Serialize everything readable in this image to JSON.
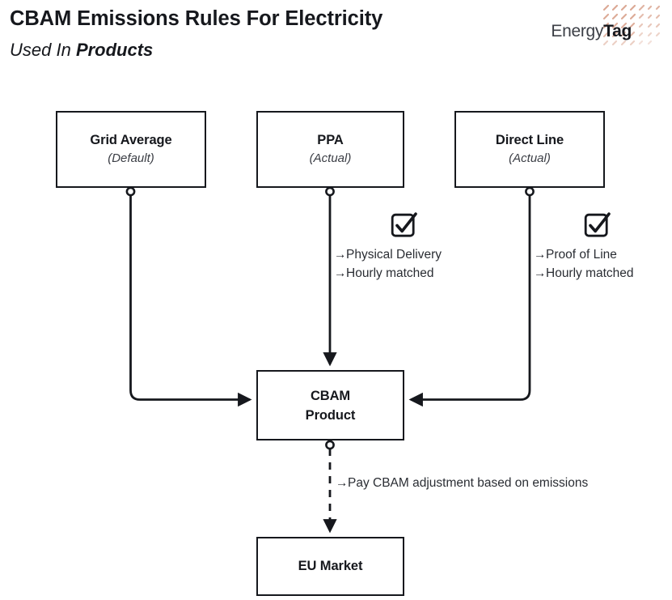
{
  "header": {
    "title": "CBAM Emissions Rules For Electricity",
    "subtitle_plain": "Used In ",
    "subtitle_strong": "Products"
  },
  "logo": {
    "word_first": "Energy",
    "word_second": "Tag",
    "pattern_name": "dot-grid-pattern",
    "pattern_color": "#d9a18b"
  },
  "colors": {
    "ink": "#16181d",
    "body_text": "#2a2d33",
    "muted_text": "#3a3d44",
    "background": "#ffffff",
    "stroke": "#16181d"
  },
  "nodes": {
    "grid_average": {
      "title": "Grid Average",
      "subtitle": "(Default)"
    },
    "ppa": {
      "title": "PPA",
      "subtitle": "(Actual)"
    },
    "direct_line": {
      "title": "Direct Line",
      "subtitle": "(Actual)"
    },
    "cbam_product": {
      "title_line1": "CBAM",
      "title_line2": "Product"
    },
    "eu_market": {
      "title": "EU Market"
    }
  },
  "requirements": {
    "ppa": {
      "checkbox_state": "checked",
      "items": [
        {
          "arrow": "→",
          "label": "Physical Delivery"
        },
        {
          "arrow": "→",
          "label": "Hourly matched"
        }
      ]
    },
    "direct_line": {
      "checkbox_state": "checked",
      "items": [
        {
          "arrow": "→",
          "label": "Proof of Line"
        },
        {
          "arrow": "→",
          "label": "Hourly matched"
        }
      ]
    }
  },
  "edges": {
    "pay_label": {
      "arrow": "→",
      "label": "Pay CBAM adjustment based on emissions"
    },
    "grid_average_to_cbam": {
      "style": "solid",
      "shape": "elbow-left"
    },
    "ppa_to_cbam": {
      "style": "solid",
      "shape": "straight"
    },
    "direct_line_to_cbam": {
      "style": "solid",
      "shape": "elbow-right"
    },
    "cbam_to_eu_market": {
      "style": "dashed",
      "shape": "straight"
    }
  }
}
